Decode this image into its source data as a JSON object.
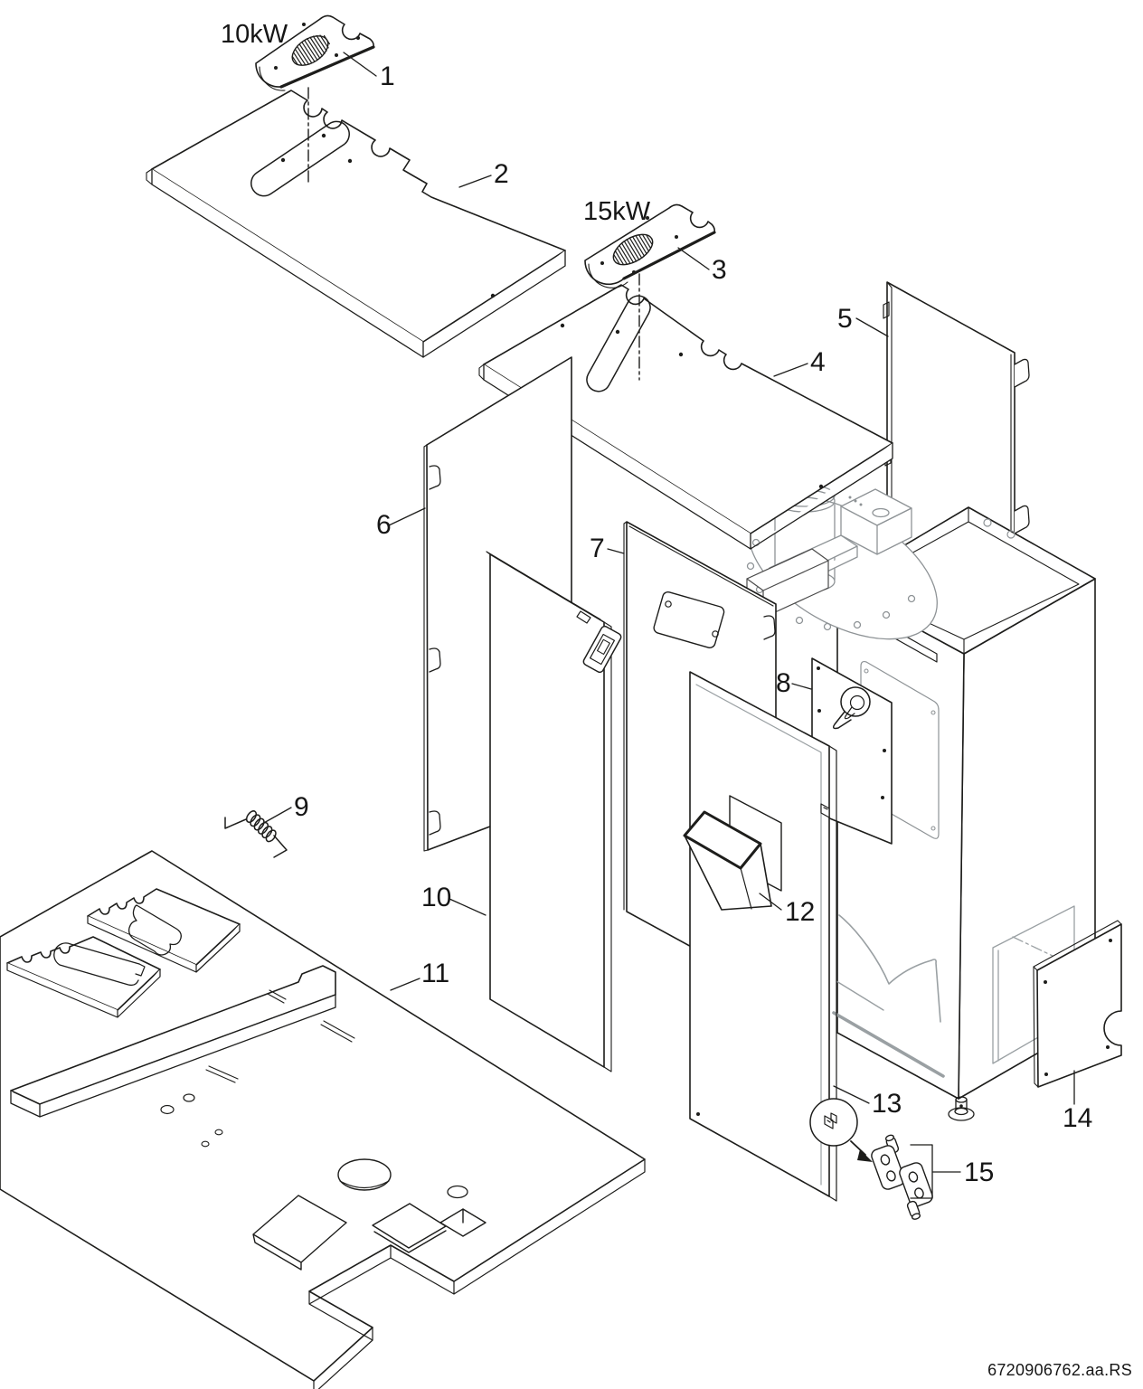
{
  "diagram": {
    "variant_labels": {
      "kw10": "10kW",
      "kw15": "15kW"
    },
    "doc_code": "6720906762.aa.RS",
    "parts": [
      {
        "label": "1"
      },
      {
        "label": "2"
      },
      {
        "label": "3"
      },
      {
        "label": "4"
      },
      {
        "label": "5"
      },
      {
        "label": "6"
      },
      {
        "label": "7"
      },
      {
        "label": "8"
      },
      {
        "label": "9"
      },
      {
        "label": "10"
      },
      {
        "label": "11"
      },
      {
        "label": "12"
      },
      {
        "label": "13"
      },
      {
        "label": "14"
      },
      {
        "label": "15"
      }
    ]
  }
}
